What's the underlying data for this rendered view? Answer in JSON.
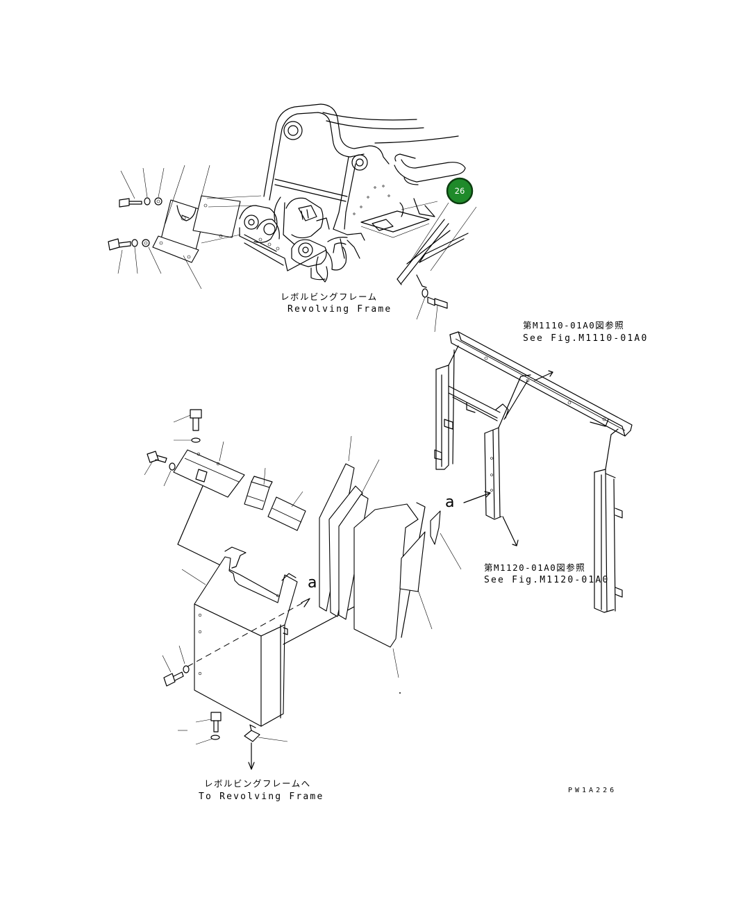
{
  "labels": {
    "revolving_frame_jp": "レボルビングフレーム",
    "revolving_frame_en": "Revolving Frame",
    "see_fig_1110_jp": "第M1110-01A0図参照",
    "see_fig_1110_en": "See Fig.M1110-01A0",
    "see_fig_1120_jp": "第M1120-01A0図参照",
    "see_fig_1120_en": "See Fig.M1120-01A0",
    "to_revolving_frame_jp": "レボルビングフレームへ",
    "to_revolving_frame_en": "To Revolving Frame",
    "reference_letter_a": "a",
    "drawing_code": "PW1A226"
  },
  "callout": {
    "number": "26",
    "color": "#1f8a2a",
    "border_color": "#0c3d10"
  }
}
